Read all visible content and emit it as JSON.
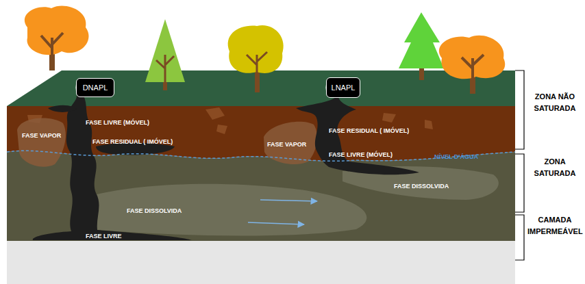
{
  "diagram": {
    "nodes": [
      {
        "text": [
          "DNAPL"
        ]
      },
      {
        "text": [
          "LNAPL"
        ]
      }
    ],
    "labels": [
      "FASE LIVRE (MÓVEL)",
      "FASE VAPOR",
      "FASE RESIDUAL ( IMÓVEL)",
      "FASE VAPOR",
      "FASE RESIDUAL ( IMÓVEL)",
      "FASE LIVRE (MÓVEL)",
      "NÍVEL D'ÁGUA",
      "FASE DISSOLVIDA",
      "FASE DISSOLVIDA",
      "FASE LIVRE",
      "ZONA NÃO SATURADA",
      "ZONA SATURADA",
      "CAMADA IMPERMEÁVEL"
    ]
  }
}
